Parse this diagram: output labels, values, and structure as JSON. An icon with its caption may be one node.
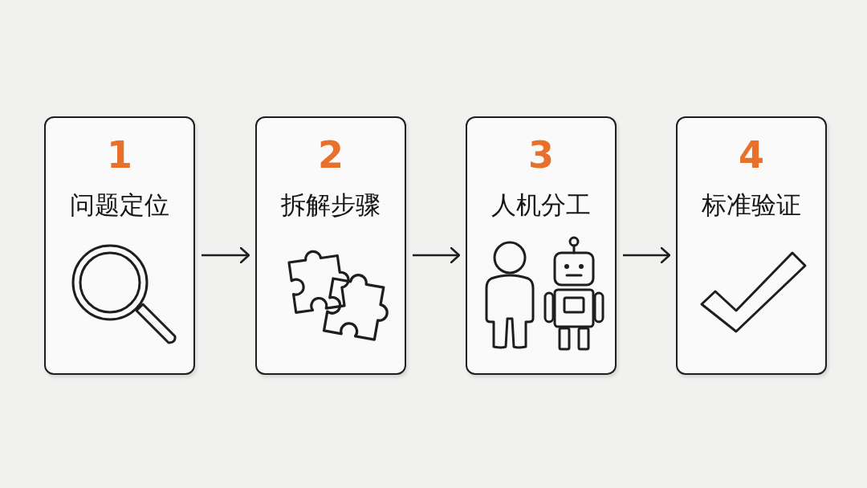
{
  "diagram": {
    "nodes": [
      {
        "text": [
          "1",
          "问题定位"
        ]
      },
      {
        "text": [
          "2",
          "拆解步骤"
        ]
      },
      {
        "text": [
          "3",
          "人机分工"
        ]
      },
      {
        "text": [
          "4",
          "标准验证"
        ]
      }
    ],
    "edges": [
      {
        "from": 0,
        "to": 1,
        "arrow": "to"
      },
      {
        "from": 1,
        "to": 2,
        "arrow": "to"
      },
      {
        "from": 2,
        "to": 3,
        "arrow": "to"
      }
    ]
  }
}
